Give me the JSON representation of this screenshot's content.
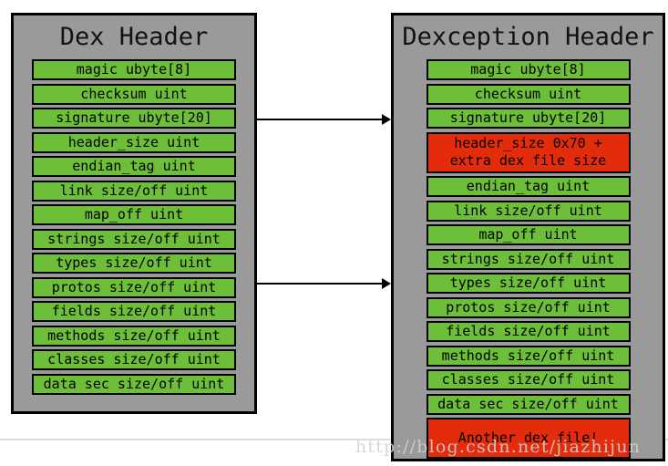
{
  "diagram": {
    "left_box": {
      "title": "Dex Header",
      "rows": [
        {
          "label": "magic ubyte[8]",
          "color": "green"
        },
        {
          "label": "checksum uint",
          "color": "green"
        },
        {
          "label": "signature ubyte[20]",
          "color": "green"
        },
        {
          "label": "header_size uint",
          "color": "green"
        },
        {
          "label": "endian_tag uint",
          "color": "green"
        },
        {
          "label": "link size/off uint",
          "color": "green"
        },
        {
          "label": "map_off uint",
          "color": "green"
        },
        {
          "label": "strings size/off uint",
          "color": "green"
        },
        {
          "label": "types size/off uint",
          "color": "green"
        },
        {
          "label": "protos size/off uint",
          "color": "green"
        },
        {
          "label": "fields size/off uint",
          "color": "green"
        },
        {
          "label": "methods size/off uint",
          "color": "green"
        },
        {
          "label": "classes size/off uint",
          "color": "green"
        },
        {
          "label": "data sec size/off uint",
          "color": "green"
        }
      ]
    },
    "right_box": {
      "title": "Dexception Header",
      "rows": [
        {
          "label": "magic ubyte[8]",
          "color": "green"
        },
        {
          "label": "checksum uint",
          "color": "green"
        },
        {
          "label": "signature ubyte[20]",
          "color": "green"
        },
        {
          "label": "header_size 0x70 + extra dex file size",
          "lines": [
            "header_size 0x70 +",
            "extra dex file size"
          ],
          "color": "red",
          "double": true
        },
        {
          "label": "endian_tag uint",
          "color": "green"
        },
        {
          "label": "link size/off uint",
          "color": "green"
        },
        {
          "label": "map_off uint",
          "color": "green"
        },
        {
          "label": "strings size/off uint",
          "color": "green"
        },
        {
          "label": "types size/off uint",
          "color": "green"
        },
        {
          "label": "protos size/off uint",
          "color": "green"
        },
        {
          "label": "fields size/off uint",
          "color": "green"
        },
        {
          "label": "methods size/off uint",
          "color": "green"
        },
        {
          "label": "classes size/off uint",
          "color": "green"
        },
        {
          "label": "data sec size/off uint",
          "color": "green"
        },
        {
          "label": "Another dex file!",
          "color": "red",
          "double": true
        }
      ]
    },
    "arrows": [
      {
        "from": "signature ubyte[20]",
        "to": "signature ubyte[20]"
      },
      {
        "from": "protos size/off uint",
        "to": "types size/off uint"
      }
    ],
    "colors": {
      "box_fill": "#9a9a9a",
      "field_green": "#6dbe39",
      "field_red": "#e22c0c",
      "border": "#000000",
      "divider": "#dcdcdc"
    }
  },
  "watermark": {
    "text": "http://blog.csdn.net/jiazhijun"
  }
}
